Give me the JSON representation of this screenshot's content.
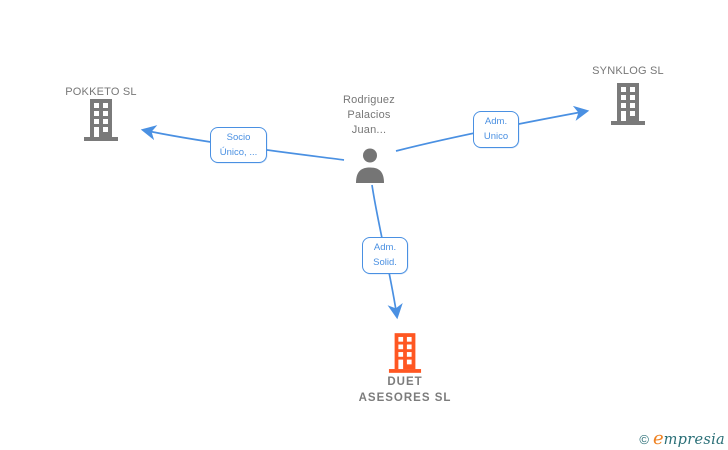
{
  "diagram": {
    "person": {
      "name_lines": [
        "Rodriguez",
        "Palacios",
        "Juan..."
      ]
    },
    "companies": {
      "pokketo": {
        "label": "POKKETO SL"
      },
      "synklog": {
        "label": "SYNKLOG SL"
      },
      "duet": {
        "label_lines": [
          "DUET",
          "ASESORES SL"
        ]
      }
    },
    "relationships": {
      "socio": {
        "lines": [
          "Socio",
          "Único, ..."
        ],
        "from": "person",
        "to": "pokketo"
      },
      "adm_unico": {
        "lines": [
          "Adm.",
          "Unico"
        ],
        "from": "person",
        "to": "synklog"
      },
      "adm_solid": {
        "lines": [
          "Adm.",
          "Solid."
        ],
        "from": "person",
        "to": "duet"
      }
    }
  },
  "watermark": {
    "copyright": "©",
    "brand_initial": "e",
    "brand_rest": "mpresia"
  },
  "colors": {
    "edge_blue": "#4a90e2",
    "label_gray": "#777777",
    "building_gray": "#7a7a7a",
    "highlight_orange": "#ff5722",
    "watermark_teal": "#2a6f77",
    "watermark_orange": "#ef8222"
  }
}
